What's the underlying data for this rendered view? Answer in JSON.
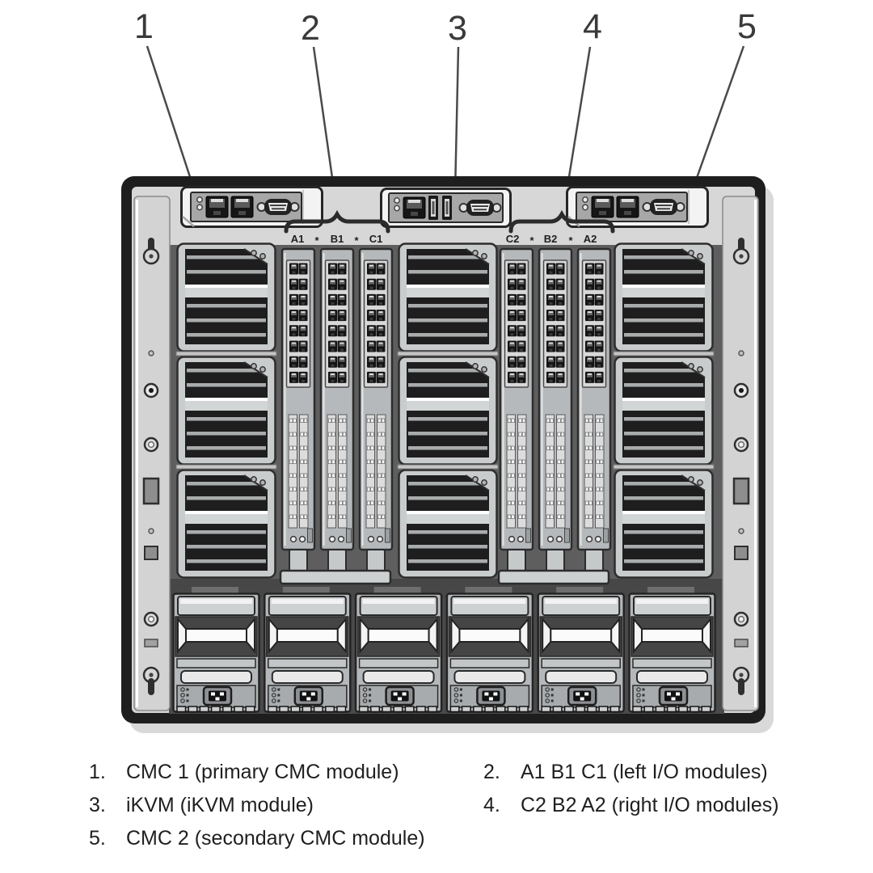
{
  "figure": {
    "description": "Rear view diagram of a blade server enclosure with numbered callouts"
  },
  "callouts": [
    {
      "number": "1",
      "marker": "1.",
      "label": "CMC 1 (primary CMC module)"
    },
    {
      "number": "2",
      "marker": "2.",
      "label": "A1 B1 C1 (left I/O modules)"
    },
    {
      "number": "3",
      "marker": "3.",
      "label": "iKVM (iKVM module)"
    },
    {
      "number": "4",
      "marker": "4.",
      "label": "C2 B2 A2 (right I/O modules)"
    },
    {
      "number": "5",
      "marker": "5.",
      "label": "CMC 2 (secondary CMC module)"
    }
  ],
  "io_banks": {
    "left": {
      "labels": [
        "A1",
        "B1",
        "C1"
      ],
      "separator": "*"
    },
    "right": {
      "labels": [
        "C2",
        "B2",
        "A2"
      ],
      "separator": "*"
    }
  },
  "colors": {
    "line": "#4a4a4a",
    "chassis_border": "#1e1e1e",
    "panel_light": "#d7d7d7",
    "body_dark": "#5e5e5e",
    "shadow": "#d9d9d9"
  }
}
